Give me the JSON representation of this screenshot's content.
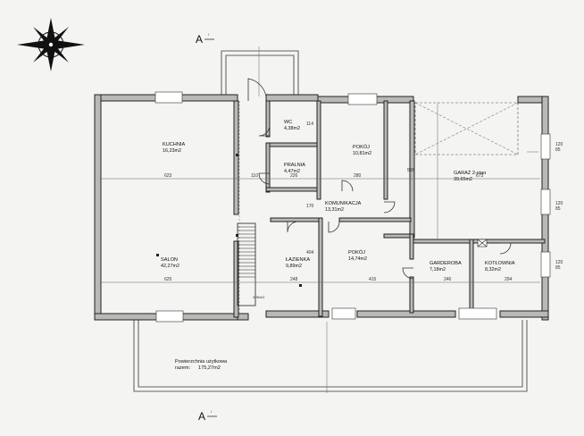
{
  "rooms": [
    {
      "name": "KUCHNIA",
      "area": "16,23m2"
    },
    {
      "name": "SALON",
      "area": "42,27m2"
    },
    {
      "name": "WC",
      "area": "4,38m2"
    },
    {
      "name": "PRALNIA",
      "area": "4,47m2"
    },
    {
      "name": "POKÓJ",
      "area": "10,81m2"
    },
    {
      "name": "KOMUNIKACJA",
      "area": "13,31m2"
    },
    {
      "name": "ŁAZIENKA",
      "area": "9,89m2"
    },
    {
      "name": "POKÓJ",
      "area": "14,74m2"
    },
    {
      "name": "GARAŻ 2-stan",
      "area": "39,65m2"
    },
    {
      "name": "GARDEROBA",
      "area": "7,18m2"
    },
    {
      "name": "KOTŁOWNIA",
      "area": "8,32m2"
    },
    {
      "name": "",
      "area": "3,96m2"
    }
  ],
  "dimensions": {
    "d623a": "623",
    "d110": "110",
    "d226": "226",
    "d280": "280",
    "d673": "673",
    "d625": "625",
    "d248": "248",
    "d415": "415",
    "d246": "246",
    "d294": "294",
    "d588": "588",
    "d114": "114",
    "d170": "170",
    "d404": "404",
    "d120a": "120",
    "d85a": "85",
    "d120b": "120",
    "d85b": "85",
    "d120c": "120",
    "d85c": "85"
  },
  "summary": {
    "label": "Powierzchnia użytkowa",
    "value_label": "razem:",
    "value": "175,27m2"
  },
  "section_marks": {
    "top": "A",
    "bottom": "A"
  }
}
